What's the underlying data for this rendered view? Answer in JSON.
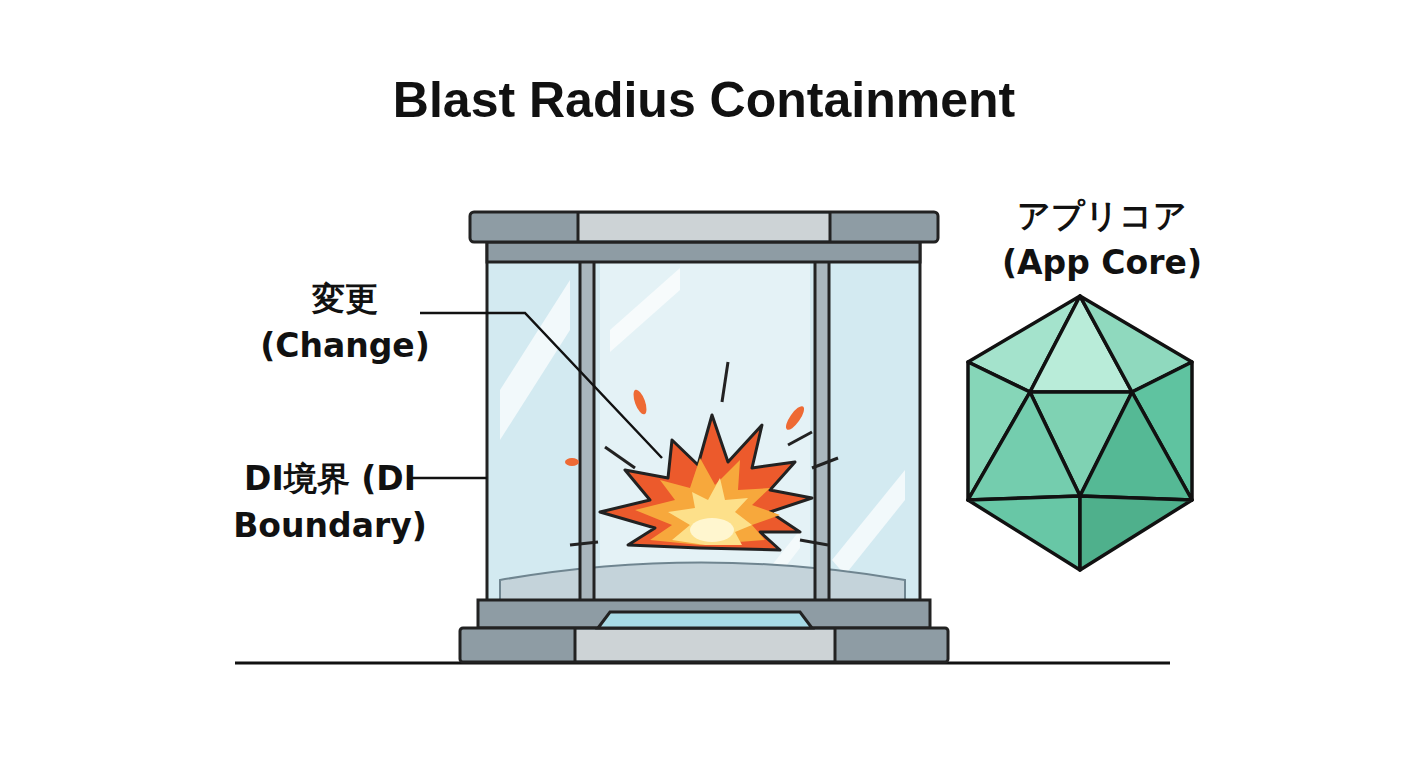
{
  "diagram": {
    "title": "Blast Radius Containment",
    "nodes": [
      {
        "text": [
          "DI境界 (DI Boundary)"
        ]
      },
      {
        "text": [
          "変更 (Change)"
        ],
        "in": 0
      },
      {
        "text": [
          "アプリコア (App Core)"
        ]
      }
    ]
  }
}
